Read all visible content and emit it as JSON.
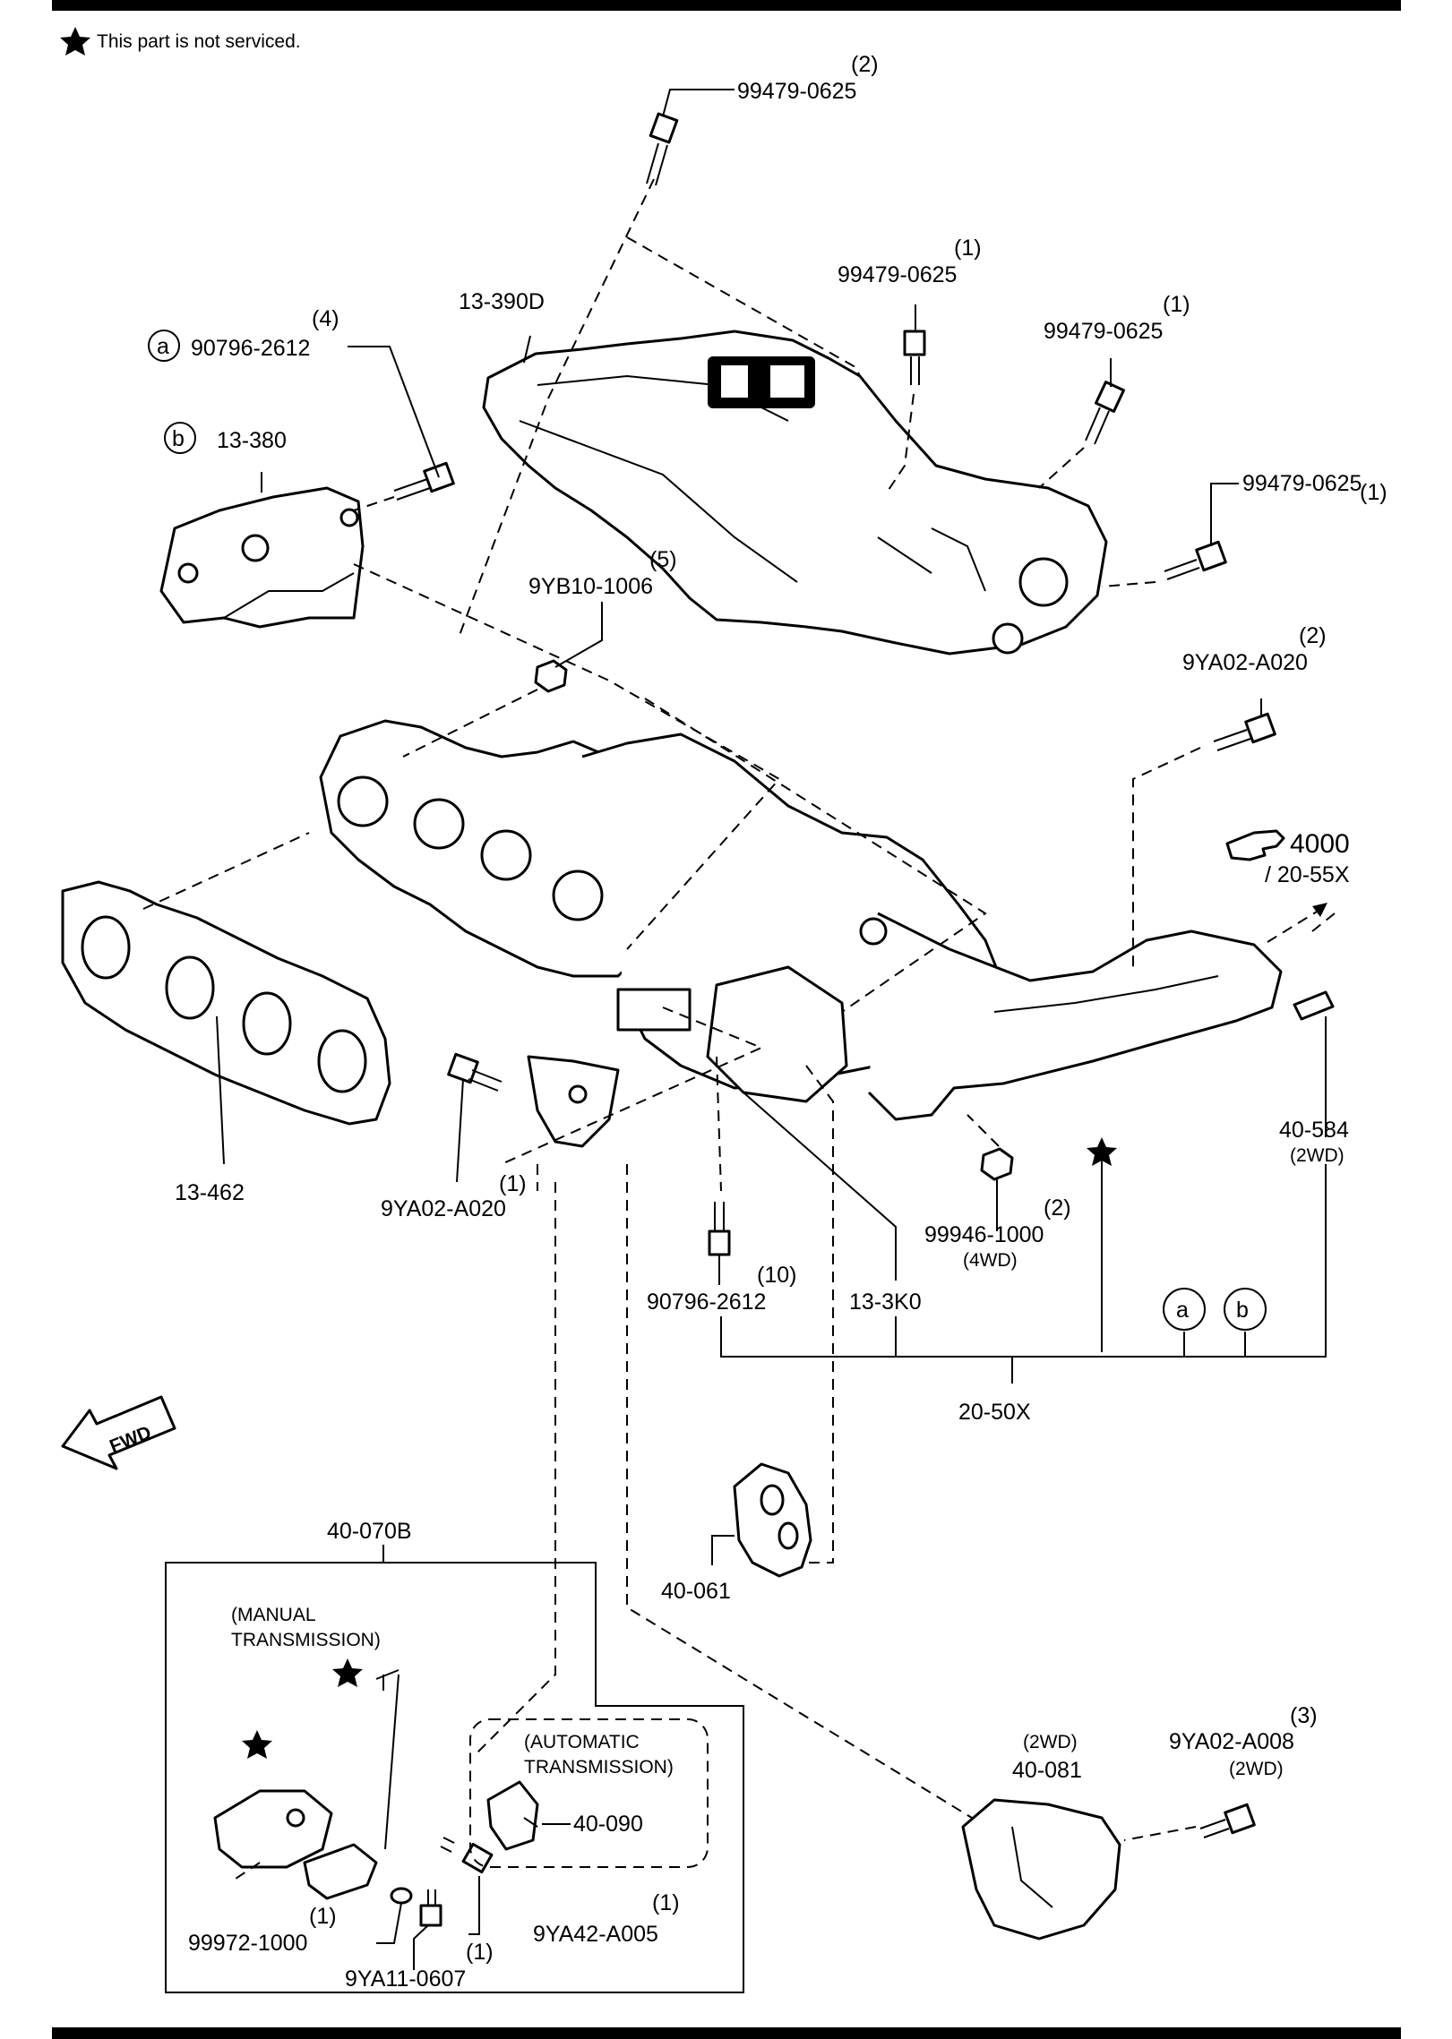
{
  "header_note": "This part is not serviced.",
  "fwd_label": "FWD",
  "parts": {
    "p_99479_top": {
      "qty": "(2)",
      "num": "99479-0625"
    },
    "p_13390D": {
      "num": "13-390D"
    },
    "p_99479_mid1": {
      "qty": "(1)",
      "num": "99479-0625"
    },
    "p_99479_mid2": {
      "qty": "(1)",
      "num": "99479-0625"
    },
    "p_99479_right": {
      "qty": "(1)",
      "num": "99479-0625"
    },
    "p_90796_a": {
      "callout": "a",
      "qty": "(4)",
      "num": "90796-2612"
    },
    "p_13380": {
      "callout": "b",
      "num": "13-380"
    },
    "p_9YB10": {
      "qty": "(5)",
      "num": "9YB10-1006"
    },
    "p_9YA02_right": {
      "qty": "(2)",
      "num": "9YA02-A020"
    },
    "p_4000": {
      "num": "4000",
      "sub": "/ 20-55X"
    },
    "p_40584": {
      "num": "40-584",
      "note": "(2WD)"
    },
    "p_13462": {
      "num": "13-462"
    },
    "p_9YA02_left": {
      "qty": "(1)",
      "num": "9YA02-A020"
    },
    "p_99946": {
      "qty": "(2)",
      "num": "99946-1000",
      "note": "(4WD)"
    },
    "p_90796_10": {
      "qty": "(10)",
      "num": "90796-2612"
    },
    "p_133K0": {
      "num": "13-3K0"
    },
    "p_2050X": {
      "num": "20-50X",
      "callout_a": "a",
      "callout_b": "b"
    },
    "p_40061": {
      "num": "40-061"
    },
    "p_40070B": {
      "num": "40-070B",
      "manual": "(MANUAL",
      "manual2": "TRANSMISSION)",
      "automatic": "(AUTOMATIC",
      "automatic2": "TRANSMISSION)"
    },
    "p_40090": {
      "num": "40-090"
    },
    "p_9YA42": {
      "qty": "(1)",
      "num": "9YA42-A005"
    },
    "p_99972": {
      "qty": "(1)",
      "num": "99972-1000"
    },
    "p_9YA11": {
      "qty": "(1)",
      "num": "9YA11-0607"
    },
    "p_40081": {
      "note": "(2WD)",
      "num": "40-081"
    },
    "p_9YA02_A008": {
      "qty": "(3)",
      "num": "9YA02-A008",
      "note": "(2WD)"
    }
  }
}
